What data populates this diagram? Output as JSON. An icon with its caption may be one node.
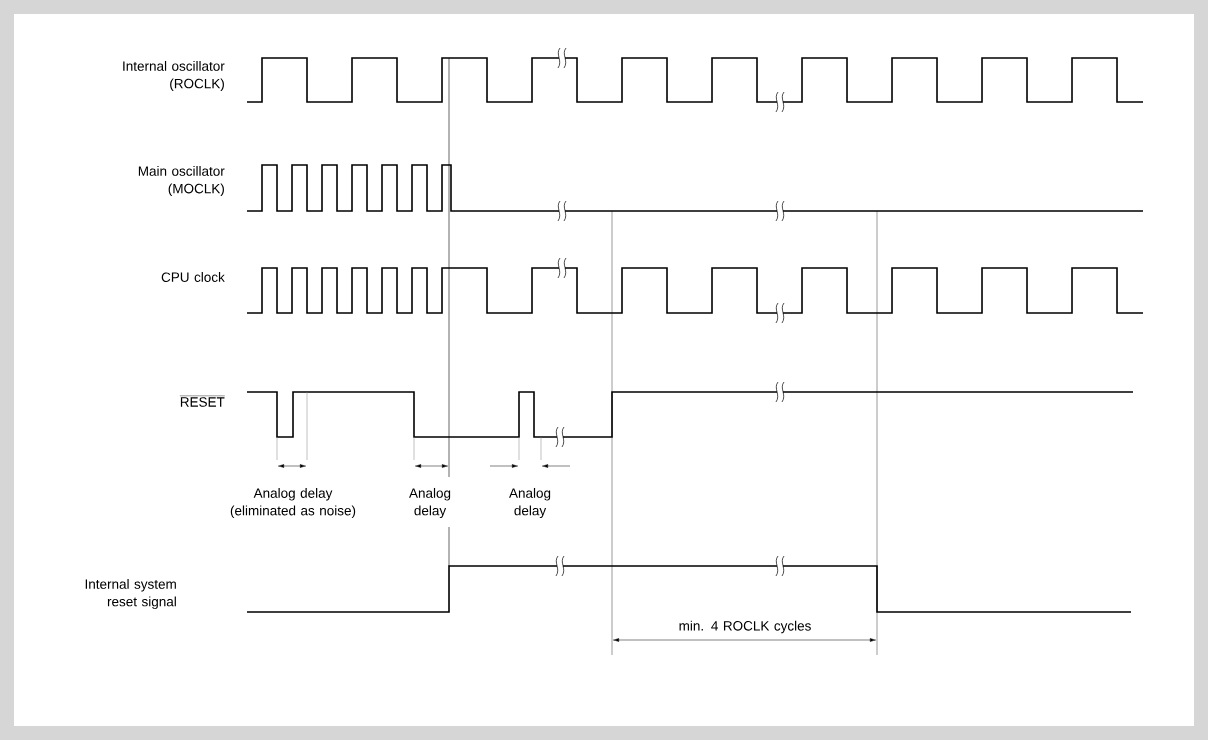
{
  "diagram": {
    "labels": [
      "Internal oscillator (ROCLK)",
      "Main oscillator (MOCLK)",
      "CPU clock",
      "RESET",
      "Analog delay (eliminated as noise)",
      "Analog delay",
      "Analog delay",
      "Internal system reset signal",
      "min. 4 ROCLK cycles"
    ]
  }
}
